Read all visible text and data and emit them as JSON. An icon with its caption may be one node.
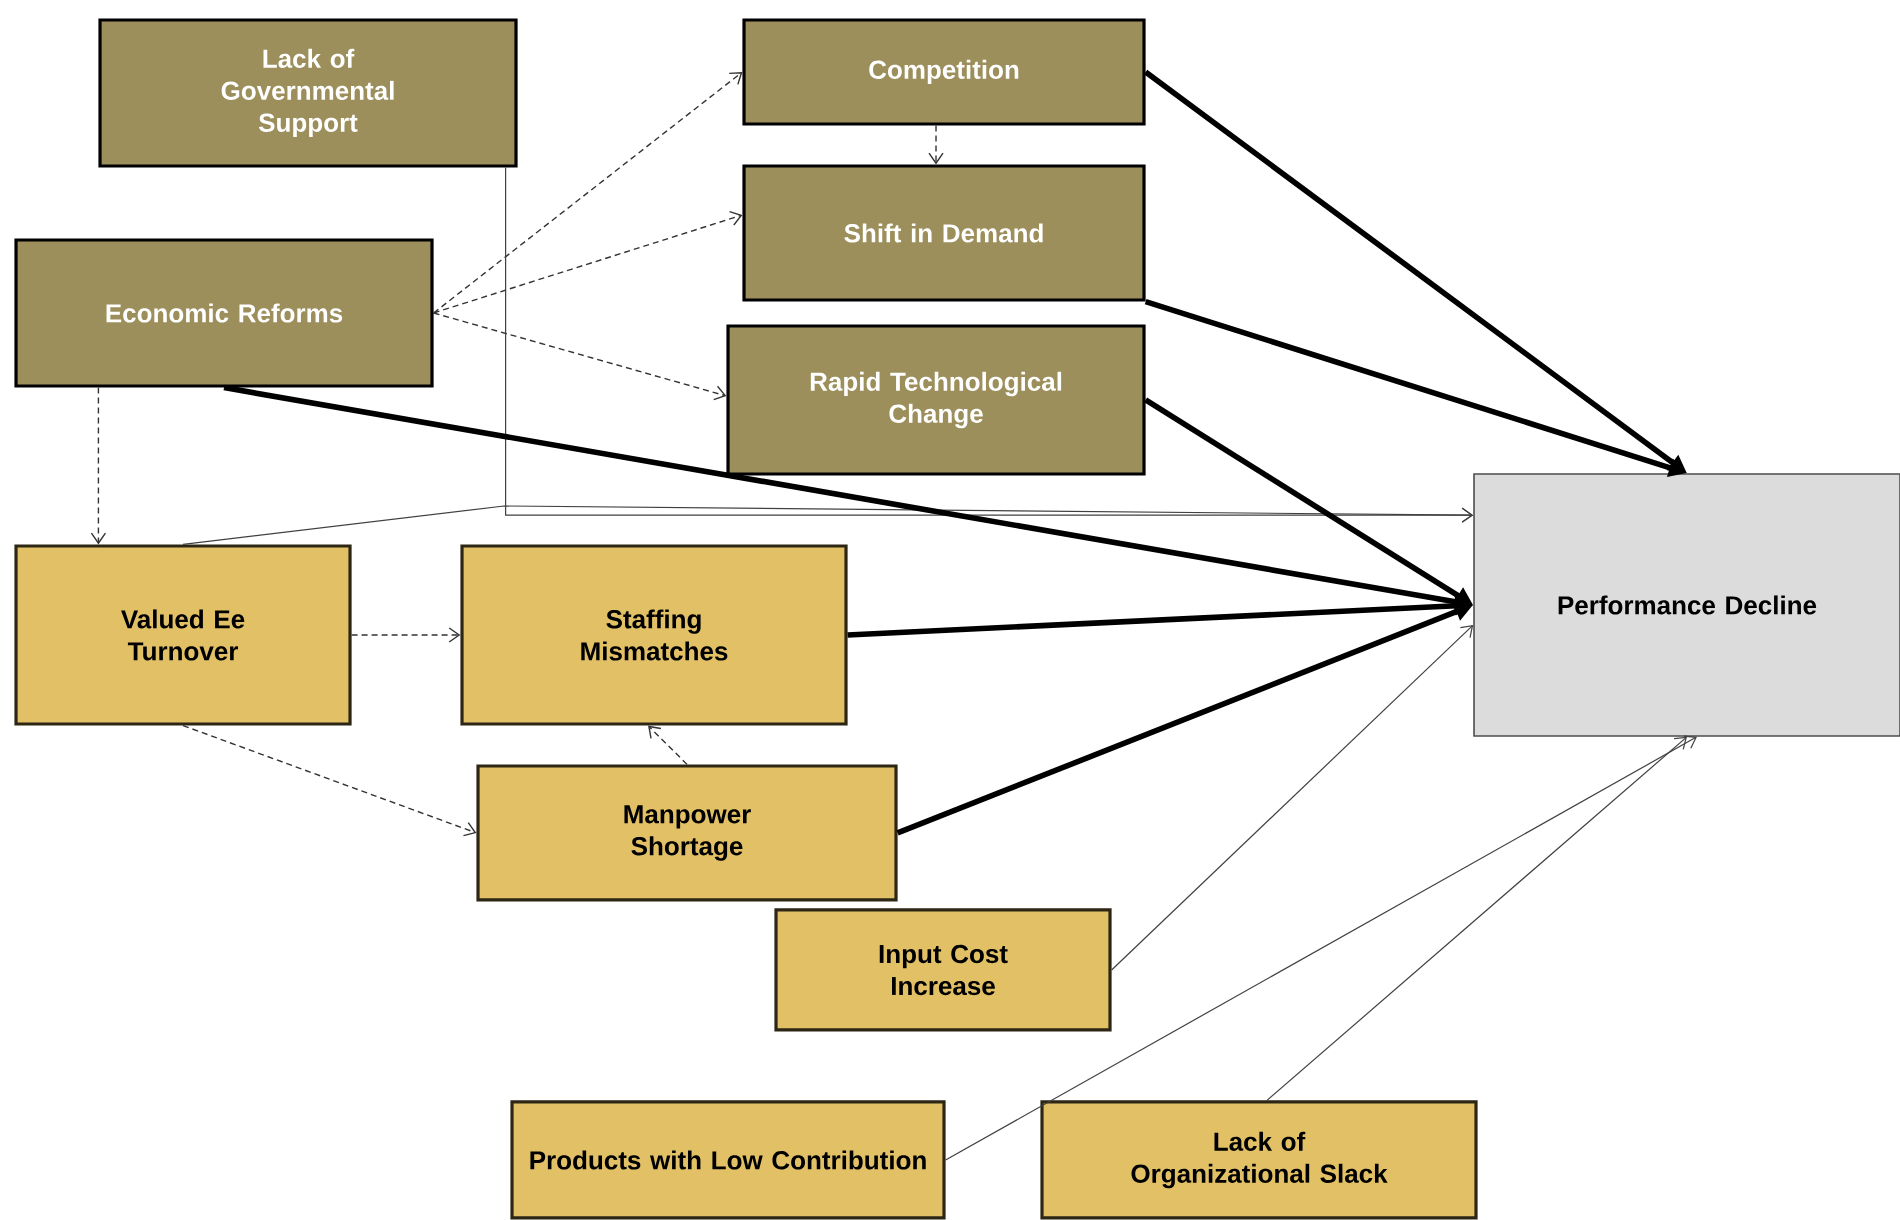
{
  "diagram": {
    "nodes": [
      {
        "text": [
          "Lack of Governmental Support"
        ]
      },
      {
        "text": [
          "Competition"
        ]
      },
      {
        "text": [
          "Shift in Demand"
        ]
      },
      {
        "text": [
          "Economic Reforms"
        ]
      },
      {
        "text": [
          "Rapid Technological Change"
        ]
      },
      {
        "text": [
          "Performance Decline"
        ]
      },
      {
        "text": [
          "Valued Ee Turnover"
        ]
      },
      {
        "text": [
          "Staffing Mismatches"
        ]
      },
      {
        "text": [
          "Manpower Shortage"
        ]
      },
      {
        "text": [
          "Input Cost Increase"
        ]
      },
      {
        "text": [
          "Products with Low Contribution"
        ]
      },
      {
        "text": [
          "Lack of Organizational Slack"
        ]
      }
    ],
    "edges": [
      {
        "from": 3,
        "to": 1,
        "arrow": "to",
        "style": "dashed"
      },
      {
        "from": 3,
        "to": 2,
        "arrow": "to",
        "style": "dashed"
      },
      {
        "from": 3,
        "to": 4,
        "arrow": "to",
        "style": "dashed"
      },
      {
        "from": 1,
        "to": 2,
        "arrow": "to",
        "style": "dashed"
      },
      {
        "from": 3,
        "to": 6,
        "arrow": "to",
        "style": "dashed"
      },
      {
        "from": 0,
        "to": 5,
        "arrow": "to"
      },
      {
        "from": 6,
        "to": 5,
        "arrow": "to"
      },
      {
        "from": 3,
        "to": 5,
        "arrow": "to",
        "style": "thick"
      },
      {
        "from": 1,
        "to": 5,
        "arrow": "to",
        "style": "thick"
      },
      {
        "from": 2,
        "to": 5,
        "arrow": "to",
        "style": "thick"
      },
      {
        "from": 4,
        "to": 5,
        "arrow": "to",
        "style": "thick"
      },
      {
        "from": 7,
        "to": 5,
        "arrow": "to",
        "style": "thick"
      },
      {
        "from": 8,
        "to": 5,
        "arrow": "to",
        "style": "thick"
      },
      {
        "from": 6,
        "to": 7,
        "arrow": "to",
        "style": "dashed"
      },
      {
        "from": 6,
        "to": 8,
        "arrow": "to",
        "style": "dashed"
      },
      {
        "from": 8,
        "to": 7,
        "arrow": "to",
        "style": "dashed"
      },
      {
        "from": 9,
        "to": 5,
        "arrow": "to"
      },
      {
        "from": 10,
        "to": 5,
        "arrow": "to"
      },
      {
        "from": 11,
        "to": 5,
        "arrow": "to"
      }
    ]
  }
}
